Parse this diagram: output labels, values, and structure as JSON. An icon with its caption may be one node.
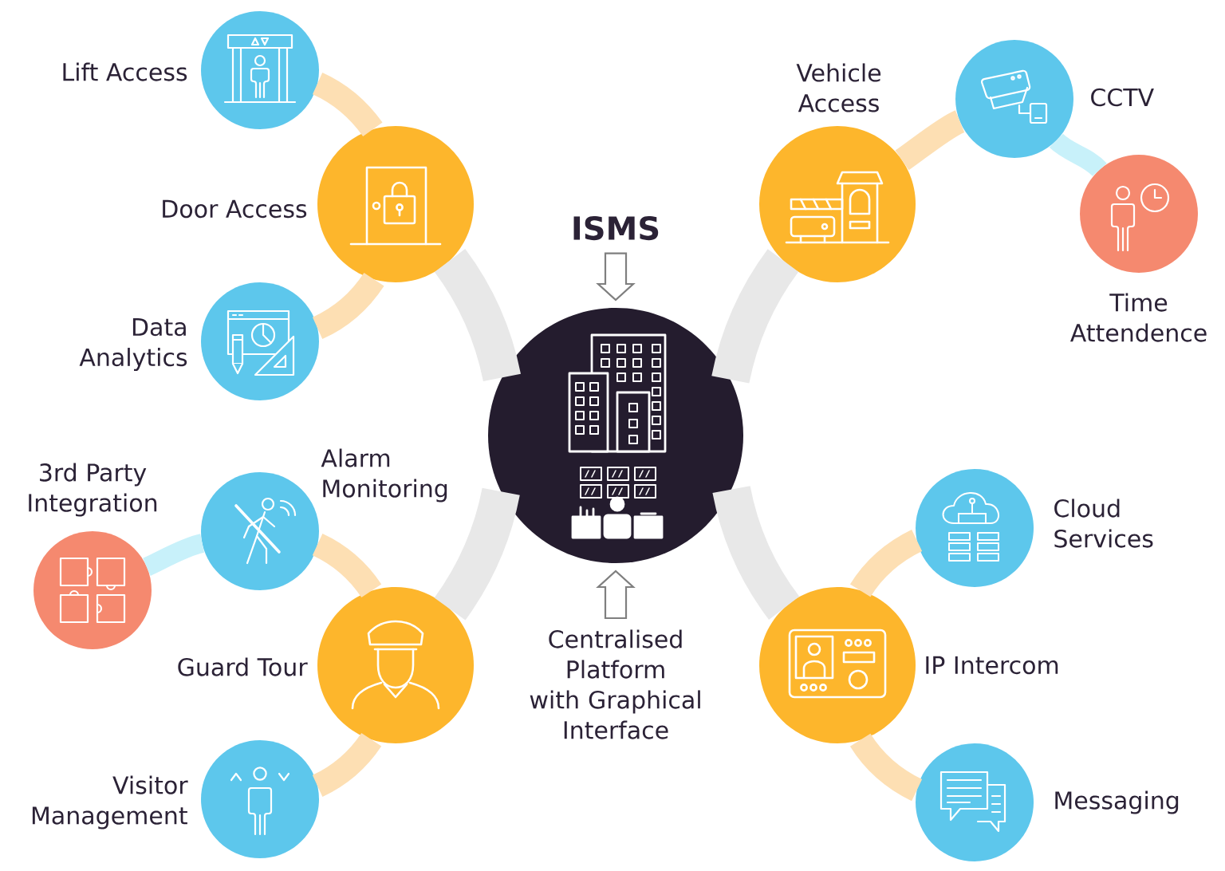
{
  "diagram": {
    "nodes": [
      {
        "text": [
          "ISMS"
        ]
      },
      {
        "text": [],
        "shape": "circle"
      },
      {
        "text": [
          "Centralised Platform with Graphical Interface"
        ]
      },
      {
        "text": [
          "Door Access"
        ]
      },
      {
        "text": [
          "Lift Access"
        ]
      },
      {
        "text": [
          "Data Analytics"
        ]
      },
      {
        "text": [
          "Vehicle Access"
        ]
      },
      {
        "text": [
          "CCTV"
        ]
      },
      {
        "text": [
          "Time Attendence"
        ]
      },
      {
        "text": [
          "Guard Tour"
        ]
      },
      {
        "text": [
          "Alarm Monitoring"
        ]
      },
      {
        "text": [
          "3rd Party Integration"
        ]
      },
      {
        "text": [
          "Visitor Management"
        ]
      },
      {
        "text": [
          "IP Intercom"
        ]
      },
      {
        "text": [
          "Cloud Services"
        ]
      },
      {
        "text": [
          "Messaging"
        ]
      }
    ],
    "edges": [
      {
        "from": 0,
        "to": 1,
        "arrow": "to",
        "color": "#7f7f7f"
      },
      {
        "from": 2,
        "to": 1,
        "arrow": "to",
        "color": "#7f7f7f"
      },
      {
        "from": 1,
        "to": 3,
        "arrow": "none",
        "color": "#e8e8e8"
      },
      {
        "from": 1,
        "to": 6,
        "arrow": "none",
        "color": "#e8e8e8"
      },
      {
        "from": 1,
        "to": 9,
        "arrow": "none",
        "color": "#e8e8e8"
      },
      {
        "from": 1,
        "to": 13,
        "arrow": "none",
        "color": "#e8e8e8"
      },
      {
        "from": 3,
        "to": 4,
        "arrow": "none"
      },
      {
        "from": 3,
        "to": 5,
        "arrow": "none"
      },
      {
        "from": 6,
        "to": 7,
        "arrow": "none"
      },
      {
        "from": 7,
        "to": 8,
        "arrow": "none",
        "color": "#c8f1fa"
      },
      {
        "from": 9,
        "to": 10,
        "arrow": "none"
      },
      {
        "from": 10,
        "to": 11,
        "arrow": "none",
        "color": "#c8f1fa"
      },
      {
        "from": 9,
        "to": 12,
        "arrow": "none"
      },
      {
        "from": 13,
        "to": 14,
        "arrow": "none"
      },
      {
        "from": 13,
        "to": 15,
        "arrow": "none"
      }
    ]
  }
}
